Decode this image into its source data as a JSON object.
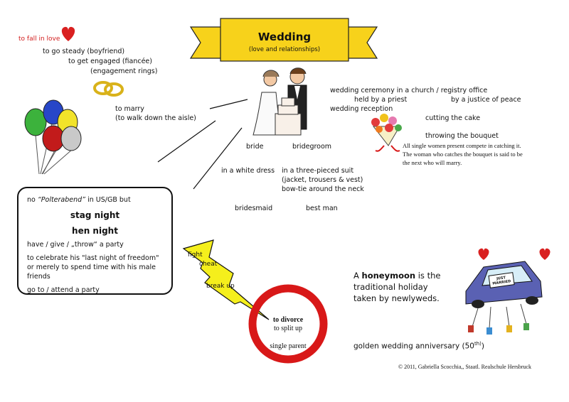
{
  "banner": {
    "title": "Wedding",
    "subtitle": "(love and relationships)"
  },
  "love": {
    "fall": "to fall in love",
    "steady": "to go steady (boyfriend)",
    "engaged": "to get engaged (fiancée)",
    "rings": "(engagement rings)",
    "marry": "to marry",
    "aisle": "(to walk down the aisle)"
  },
  "ceremony": {
    "line1": "wedding ceremony in a church / registry office",
    "priest": "held by a priest",
    "justice": "by a justice of peace",
    "reception": "wedding reception",
    "cake": "cutting the cake",
    "bouquet": "throwing the bouquet",
    "note1": "All single women present compete in catching it.",
    "note2": "The woman who catches the bouquet is said to be",
    "note3": "the next who will marry."
  },
  "couple": {
    "bride": "bride",
    "bridegroom": "bridegroom",
    "dress": "in a white dress",
    "suit": "in a three-pieced suit",
    "suit_detail": "(jacket, trousers & vest)",
    "bowtie": "bow-tie around the neck",
    "bridesmaid": "bridesmaid",
    "bestman": "best man"
  },
  "party": {
    "line1_pre": "no ",
    "line1_em": "“Polterabend”",
    "line1_post": " in US/GB  but",
    "stag": "stag night",
    "hen": "hen night",
    "throw": "have / give / „throw“ a party",
    "celebrate1": "to celebrate his \"last night of freedom\"",
    "celebrate2": "or merely to spend time with his male",
    "celebrate3": "friends",
    "attend": "go to / attend a party"
  },
  "conflict": {
    "fight": "fight",
    "cheat": "cheat",
    "breakup": "break up"
  },
  "divorce": {
    "divorce": "to divorce",
    "split": "to split up",
    "single": "single parent"
  },
  "honeymoon": {
    "pre": "A ",
    "word": "honeymoon",
    "post": " is the",
    "line2": "traditional holiday",
    "line3": "taken by newlyweds.",
    "sign": "JUST MARRIED"
  },
  "anniversary": {
    "text": "golden wedding anniversary (50",
    "sup": "th)",
    "close": ")"
  },
  "copyright": "© 2011, Gabriella Scocchia,, Staatl. Realschule Hersbruck",
  "colors": {
    "heart": "#d92020",
    "banner": "#f7d21b",
    "ring": "#d81818",
    "bolt": "#f5ef1c",
    "car": "#5a61b3"
  }
}
